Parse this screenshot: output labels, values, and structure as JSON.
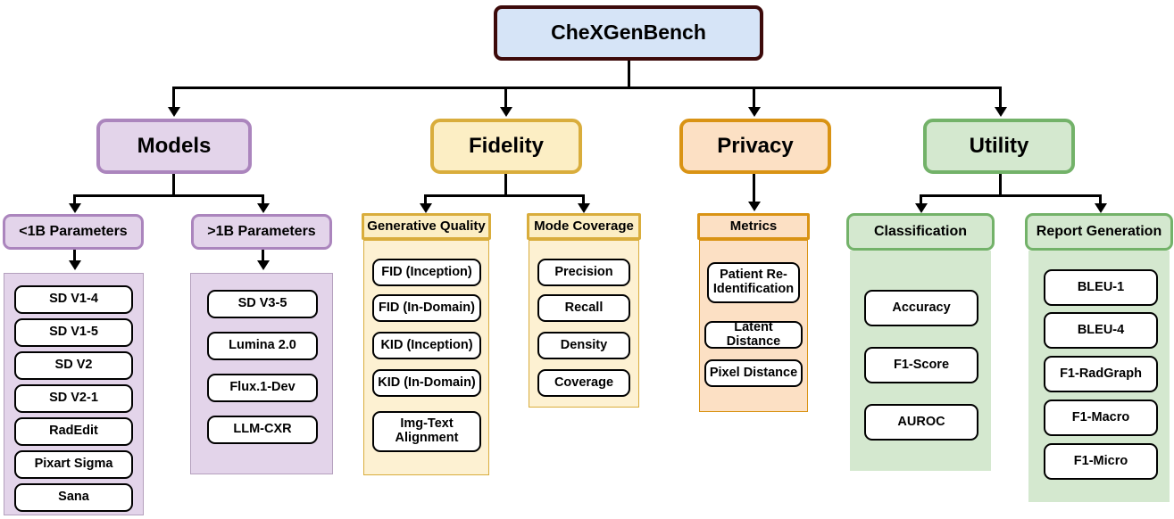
{
  "title": "CheXGenBench",
  "colors": {
    "root_fill": "#d6e4f7",
    "root_border": "#3d0a0a",
    "purple_fill": "#e3d4ea",
    "purple_border": "#ab85bd",
    "yellow_fill": "#fceec4",
    "yellow_border": "#d9ad3c",
    "yellow_light": "#fdf1d2",
    "orange_fill": "#fce0c4",
    "orange_border": "#d99314",
    "green_fill": "#d4e8cf",
    "green_border": "#73b269",
    "leaf_fill": "#ffffff",
    "leaf_border": "#000000",
    "connector": "#000000"
  },
  "branches": [
    {
      "id": "models",
      "label": "Models",
      "color": "purple",
      "groups": [
        {
          "id": "lt1b",
          "label": "<1B Parameters",
          "header_style": "rounded",
          "items": [
            "SD V1-4",
            "SD V1-5",
            "SD V2",
            "SD V2-1",
            "RadEdit",
            "Pixart Sigma",
            "Sana"
          ]
        },
        {
          "id": "gt1b",
          "label": ">1B Parameters",
          "header_style": "rounded",
          "items": [
            "SD V3-5",
            "Lumina 2.0",
            "Flux.1-Dev",
            "LLM-CXR"
          ]
        }
      ]
    },
    {
      "id": "fidelity",
      "label": "Fidelity",
      "color": "yellow",
      "groups": [
        {
          "id": "genquality",
          "label": "Generative Quality",
          "header_style": "flat",
          "items": [
            "FID (Inception)",
            "FID (In-Domain)",
            "KID (Inception)",
            "KID (In-Domain)",
            "Img-Text Alignment"
          ]
        },
        {
          "id": "modecoverage",
          "label": "Mode Coverage",
          "header_style": "flat",
          "items": [
            "Precision",
            "Recall",
            "Density",
            "Coverage"
          ]
        }
      ]
    },
    {
      "id": "privacy",
      "label": "Privacy",
      "color": "orange",
      "groups": [
        {
          "id": "metrics",
          "label": "Metrics",
          "header_style": "flat",
          "items": [
            "Patient Re-Identification",
            "Latent Distance",
            "Pixel Distance"
          ]
        }
      ]
    },
    {
      "id": "utility",
      "label": "Utility",
      "color": "green",
      "groups": [
        {
          "id": "classification",
          "label": "Classification",
          "header_style": "rounded",
          "items": [
            "Accuracy",
            "F1-Score",
            "AUROC"
          ]
        },
        {
          "id": "reportgen",
          "label": "Report Generation",
          "header_style": "rounded",
          "items": [
            "BLEU-1",
            "BLEU-4",
            "F1-RadGraph",
            "F1-Macro",
            "F1-Micro"
          ]
        }
      ]
    }
  ]
}
